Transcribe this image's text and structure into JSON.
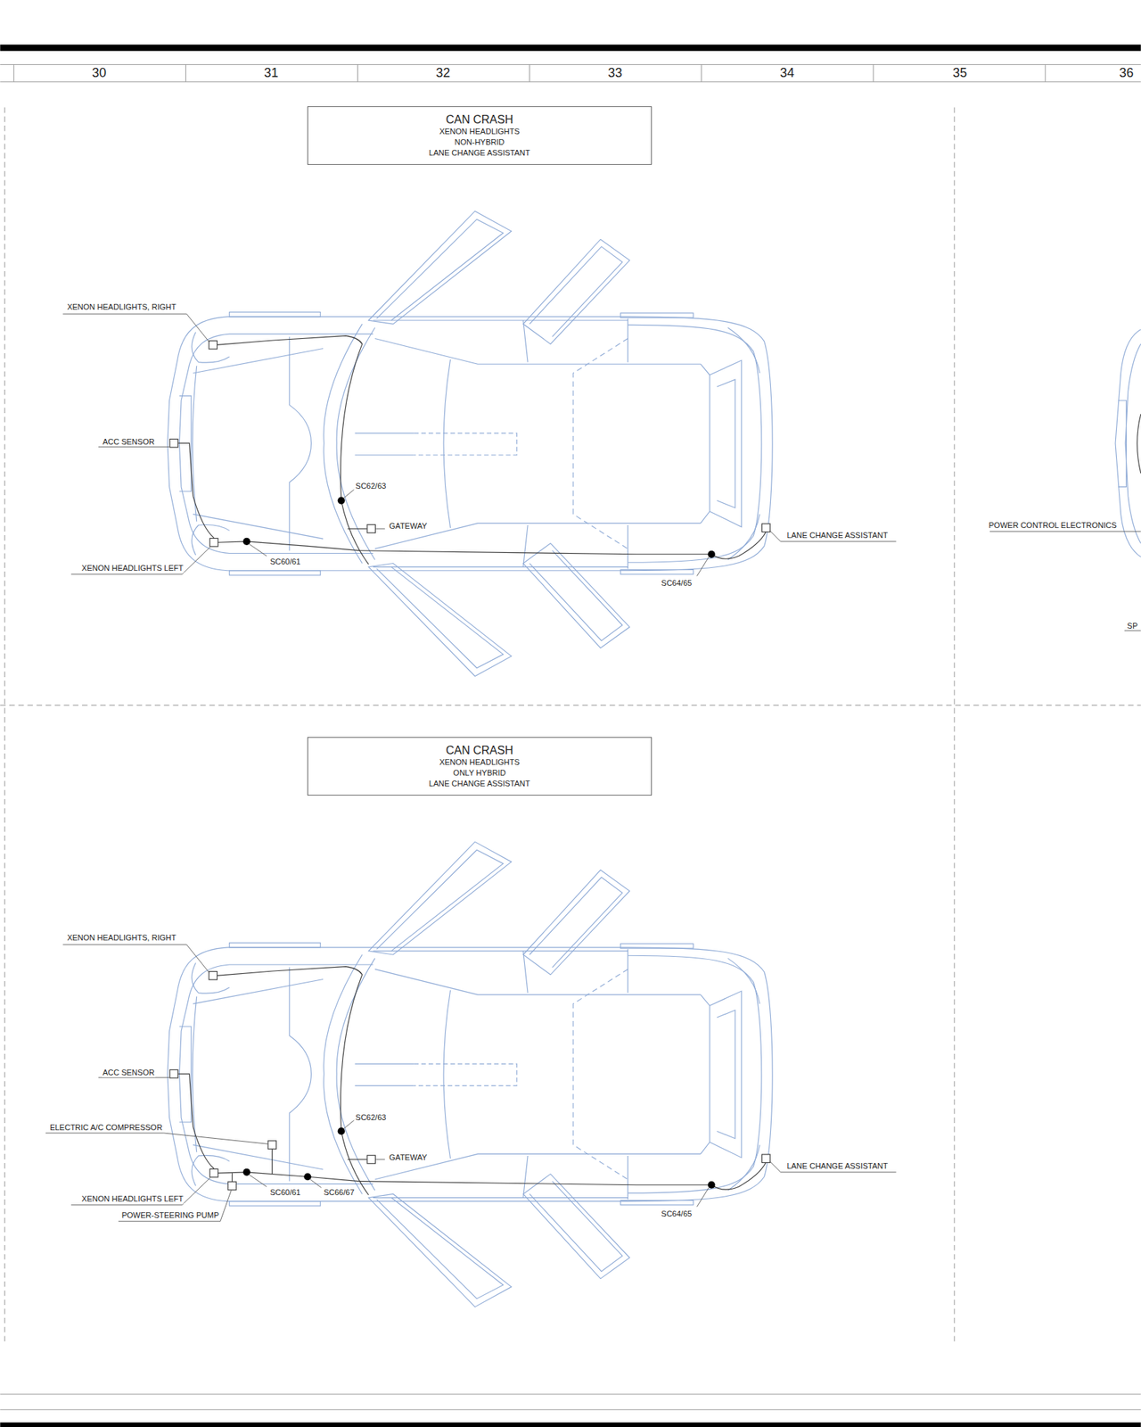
{
  "diagram": {
    "nodes": [
      {
        "text": [
          "CAN CRASH",
          "XENON HEADLIGHTS",
          "NON-HYBRID",
          "LANE CHANGE ASSISTANT"
        ]
      },
      {
        "text": [
          "CAN CRASH",
          "XENON HEADLIGHTS",
          "ONLY HYBRID",
          "LANE CHANGE ASSISTANT"
        ]
      }
    ],
    "labels": [
      "30",
      "31",
      "32",
      "33",
      "34",
      "35",
      "36",
      "XENON HEADLIGHTS, RIGHT",
      "ACC SENSOR",
      "SC62/63",
      "GATEWAY",
      "LANE CHANGE ASSISTANT",
      "XENON HEADLIGHTS LEFT",
      "SC60/61",
      "SC64/65",
      "POWER CONTROL ELECTRONICS",
      "SP",
      "XENON HEADLIGHTS, RIGHT",
      "ACC SENSOR",
      "SC62/63",
      "ELECTRIC A/C COMPRESSOR",
      "GATEWAY",
      "LANE CHANGE ASSISTANT",
      "XENON HEADLIGHTS LEFT",
      "SC60/61",
      "SC66/67",
      "SC64/65",
      "POWER-STEERING PUMP"
    ]
  }
}
